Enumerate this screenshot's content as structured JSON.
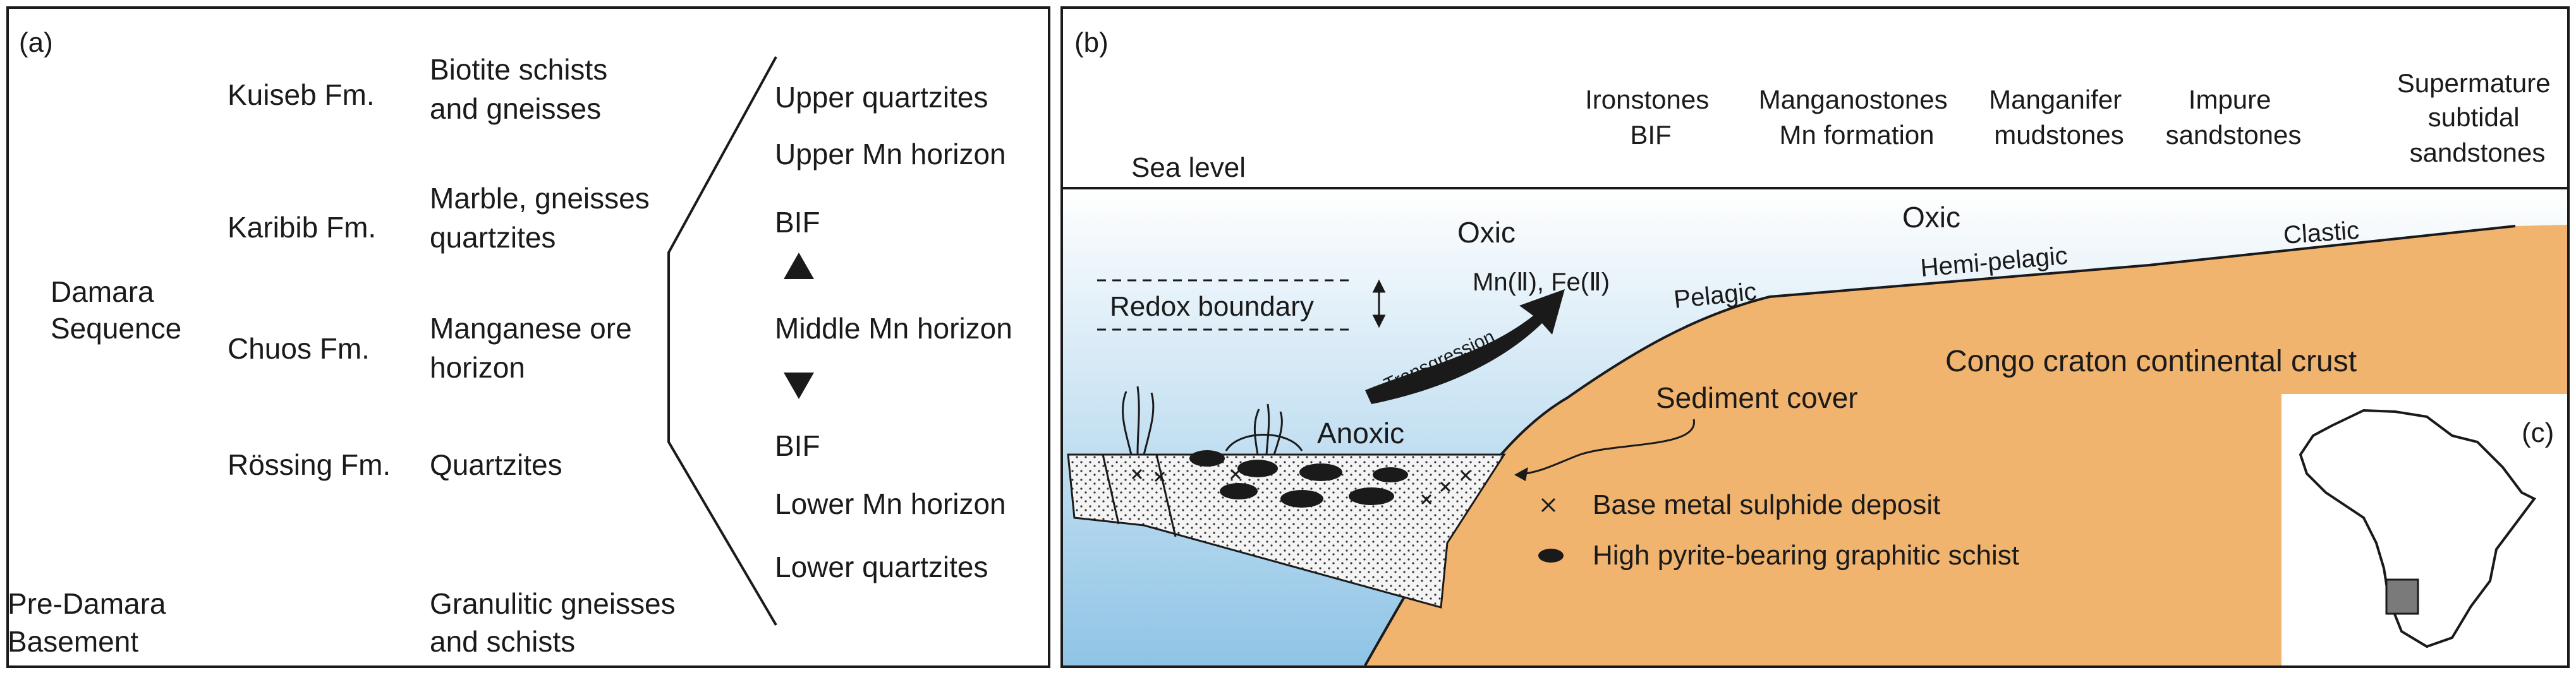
{
  "panel_a": {
    "label": "(a)",
    "damara_sequence": "Damara\nSequence",
    "pre_damara": "Pre-Damara\nBasement",
    "formations": [
      {
        "name": "Kuiseb Fm.",
        "lithology": "Biotite schists\nand gneisses"
      },
      {
        "name": "Karibib Fm.",
        "lithology": "Marble, gneisses\nquartzites"
      },
      {
        "name": "Chuos Fm.",
        "lithology": "Manganese ore\nhorizon"
      },
      {
        "name": "Rössing Fm.",
        "lithology": "Quartzites"
      }
    ],
    "basement_lithology": "Granulitic gneisses\nand schists",
    "column": [
      "Upper quartzites",
      "Upper Mn horizon",
      "BIF",
      "Middle Mn horizon",
      "BIF",
      "Lower Mn horizon",
      "Lower quartzites"
    ]
  },
  "panel_b": {
    "label": "(b)",
    "headers": [
      "Ironstones\nBIF",
      "Manganostones\nMn formation",
      "Manganifer\nmudstones",
      "Impure\nsandstones",
      "Supermature\nsubtidal\nsandstones"
    ],
    "sea_level": "Sea level",
    "oxic_left": "Oxic",
    "oxic_right": "Oxic",
    "mn_fe": "Mn(Ⅱ), Fe(Ⅱ)",
    "redox": "Redox boundary",
    "transgression": "Transgression",
    "anoxic": "Anoxic",
    "pelagic": "Pelagic",
    "hemi_pelagic": "Hemi-pelagic",
    "clastic": "Clastic",
    "crust": "Congo craton continental crust",
    "sediment_cover": "Sediment cover",
    "legend_sulphide": "Base metal sulphide deposit",
    "legend_schist": "High pyrite-bearing graphitic schist"
  },
  "panel_c": {
    "label": "(c)"
  },
  "colors": {
    "crust": "#f0b46f",
    "sea_top": "#ffffff",
    "sea_bottom": "#8fc4e6",
    "ink": "#1a1a1a"
  }
}
